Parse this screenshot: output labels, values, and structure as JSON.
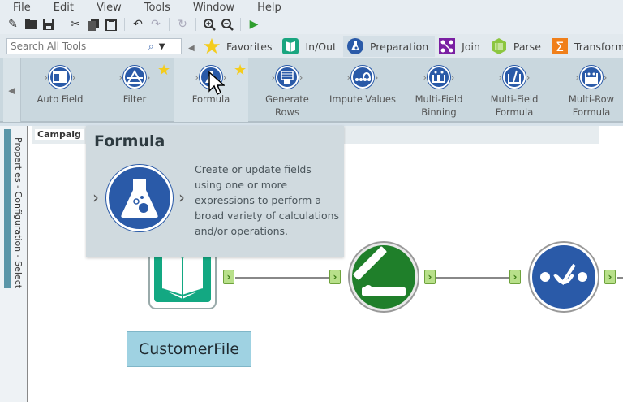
{
  "menu": [
    "File",
    "Edit",
    "View",
    "Tools",
    "Window",
    "Help"
  ],
  "toolbar_icons": [
    "new-icon",
    "open-icon",
    "save-icon",
    "cut-icon",
    "copy-icon",
    "paste-icon",
    "undo-icon",
    "redo-icon",
    "refresh-icon",
    "zoom-in-icon",
    "zoom-out-icon",
    "run-icon"
  ],
  "search": {
    "placeholder": "Search All Tools"
  },
  "categories": [
    {
      "label": "Favorites",
      "icon": "star-icon",
      "color": "#f4cc1c"
    },
    {
      "label": "In/Out",
      "icon": "book-icon",
      "color": "#19a57f"
    },
    {
      "label": "Preparation",
      "icon": "flask-icon",
      "color": "#2a5aa8",
      "active": true
    },
    {
      "label": "Join",
      "icon": "join-icon",
      "color": "#7a1fa2"
    },
    {
      "label": "Parse",
      "icon": "parse-icon",
      "color": "#8cc63f"
    },
    {
      "label": "Transform",
      "icon": "sigma-icon",
      "color": "#f07f1a"
    }
  ],
  "tools": [
    {
      "label": "Auto Field",
      "icon": "auto-field-icon"
    },
    {
      "label": "Filter",
      "icon": "filter-icon",
      "favorite": true
    },
    {
      "label": "Formula",
      "icon": "formula-icon",
      "favorite": true
    },
    {
      "label": "Generate\nRows",
      "l1": "Generate",
      "l2": "Rows",
      "icon": "generate-rows-icon"
    },
    {
      "label": "Impute Values",
      "icon": "impute-values-icon"
    },
    {
      "l1": "Multi-Field",
      "l2": "Binning",
      "icon": "multi-field-binning-icon"
    },
    {
      "l1": "Multi-Field",
      "l2": "Formula",
      "icon": "multi-field-formula-icon"
    },
    {
      "l1": "Multi-Row",
      "l2": "Formula",
      "icon": "multi-row-formula-icon"
    }
  ],
  "rail": {
    "text": "Properties - Configuration - Select"
  },
  "canvas": {
    "tab": "Campaig"
  },
  "tooltip": {
    "title": "Formula",
    "description": "Create or update fields using one or more expressions to perform a broad variety of calculations and/or operations."
  },
  "workflow": {
    "input_label": "CustomerFile",
    "colors": {
      "input": "#13a882",
      "select": "#1f7f2a",
      "formula": "#2a5aa8"
    }
  }
}
